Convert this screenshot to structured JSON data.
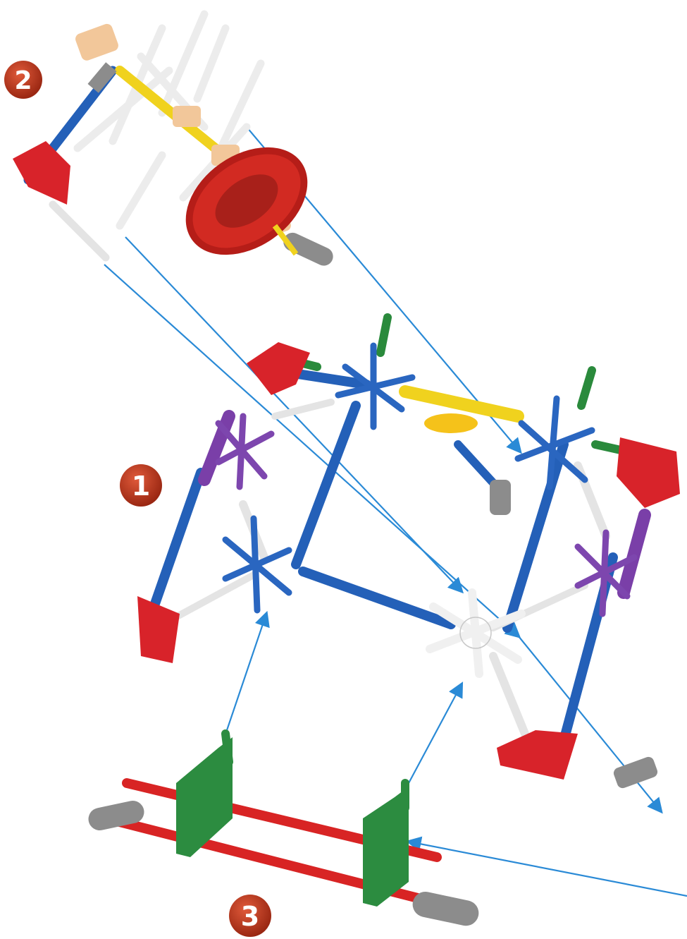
{
  "steps": [
    {
      "number": "2"
    },
    {
      "number": "1"
    },
    {
      "number": "3"
    }
  ],
  "colors": {
    "badge": "#b8321a",
    "badge_text": "#ffffff",
    "arrow": "#2a8ad6",
    "rod_blue": "#2460b8",
    "rod_white": "#e8e8e8",
    "rod_red": "#d82424",
    "rod_purple": "#7a3fa8",
    "rod_yellow": "#f0d21e",
    "rod_green": "#2a8a3c",
    "connector_red": "#d8232a",
    "connector_blue": "#2a66c0",
    "connector_purple": "#7d46ae",
    "connector_white": "#f2f2f2",
    "connector_green": "#2c8c40",
    "connector_tan": "#f2c79a",
    "connector_gray": "#8c8c8c",
    "gear_red": "#d22a22",
    "gear_yellow": "#f5c21a"
  },
  "icons": [
    "step-badge-icon",
    "snowflake-connector-icon",
    "corner-connector-icon",
    "gear-icon",
    "rod-icon",
    "assembly-arrow-icon"
  ]
}
